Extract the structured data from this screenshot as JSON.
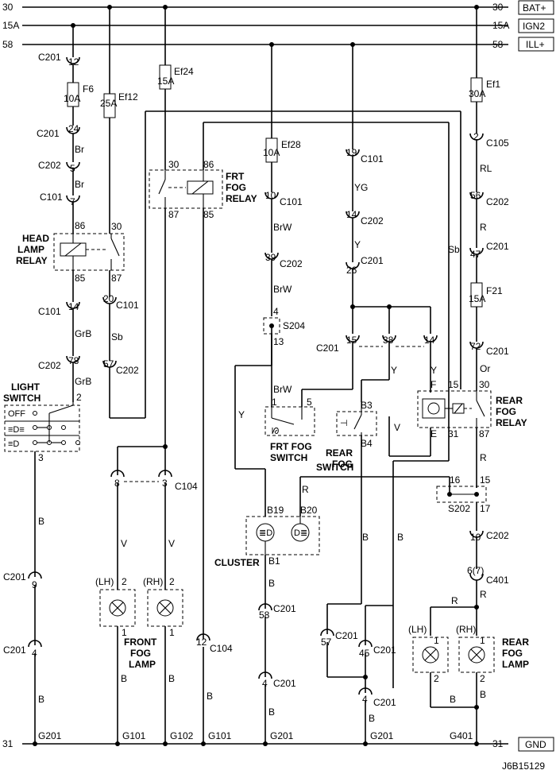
{
  "rails": {
    "bat": {
      "left": "30",
      "right": "30",
      "name": "BAT+"
    },
    "ign": {
      "left": "15A",
      "right": "15A",
      "name": "IGN2"
    },
    "ill": {
      "left": "58",
      "right": "58",
      "name": "ILL+"
    },
    "gnd": {
      "left": "31",
      "right": "31",
      "name": "GND"
    }
  },
  "fuses": {
    "f6": {
      "name": "F6",
      "rating": "10A"
    },
    "ef12": {
      "name": "Ef12",
      "rating": "25A"
    },
    "ef24": {
      "name": "Ef24",
      "rating": "15A"
    },
    "ef28": {
      "name": "Ef28",
      "rating": "10A"
    },
    "ef1": {
      "name": "Ef1",
      "rating": "30A"
    },
    "f21": {
      "name": "F21",
      "rating": "15A"
    }
  },
  "components": {
    "head_lamp_relay": [
      "HEAD",
      "LAMP",
      "RELAY"
    ],
    "frt_fog_relay": [
      "FRT",
      "FOG",
      "RELAY"
    ],
    "rear_fog_relay": [
      "REAR",
      "FOG",
      "RELAY"
    ],
    "light_switch": [
      "LIGHT",
      "SWITCH"
    ],
    "light_switch_off": "OFF",
    "frt_fog_switch": [
      "FRT FOG",
      "SWITCH"
    ],
    "rear_fog_switch": [
      "REAR",
      "FOG",
      "SWITCH"
    ],
    "cluster": "CLUSTER",
    "front_fog_lamp": [
      "FRONT",
      "FOG",
      "LAMP"
    ],
    "rear_fog_lamp": [
      "REAR",
      "FOG",
      "LAMP"
    ],
    "lh": "(LH)",
    "rh": "(RH)",
    "s204": "S204",
    "s202": "S202"
  },
  "connectors": {
    "c201": "C201",
    "c202": "C202",
    "c101": "C101",
    "c104": "C104",
    "c105": "C105",
    "c401": "C401"
  },
  "grounds": [
    "G201",
    "G101",
    "G102",
    "G101",
    "G201",
    "G201",
    "G401"
  ],
  "wires": {
    "br": "Br",
    "grb": "GrB",
    "b": "B",
    "sb": "Sb",
    "v": "V",
    "brw": "BrW",
    "yg": "YG",
    "y": "Y",
    "rl": "RL",
    "r": "R",
    "or": "Or"
  },
  "diagram_id": "J6B15129"
}
